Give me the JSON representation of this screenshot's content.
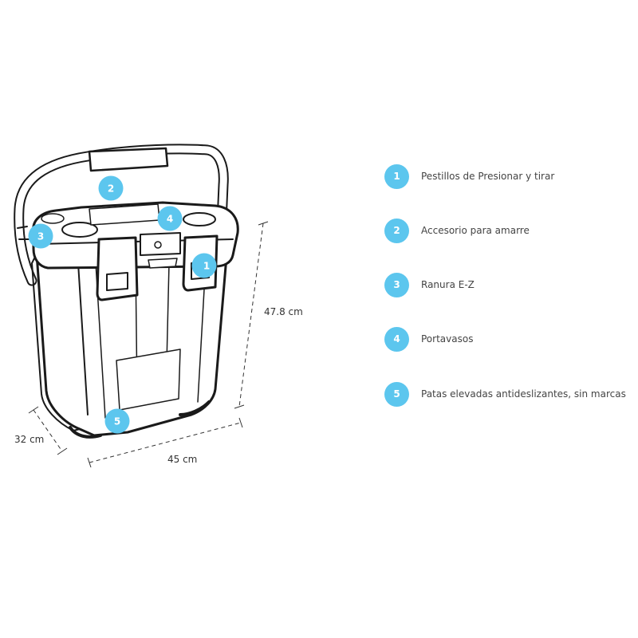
{
  "dimensions": {
    "height": "47.8 cm",
    "width": "45 cm",
    "depth": "32 cm"
  },
  "callouts": [
    "1",
    "2",
    "3",
    "4",
    "5"
  ],
  "legend": [
    {
      "number": "1",
      "label": "Pestillos de Presionar y tirar"
    },
    {
      "number": "2",
      "label": "Accesorio para amarre"
    },
    {
      "number": "3",
      "label": "Ranura E-Z"
    },
    {
      "number": "4",
      "label": "Portavasos"
    },
    {
      "number": "5",
      "label": "Patas elevadas antideslizantes, sin marcas"
    }
  ],
  "colors": {
    "accent": "#5cc6ee",
    "outline": "#1a1a1a",
    "body": "#ffffff"
  }
}
